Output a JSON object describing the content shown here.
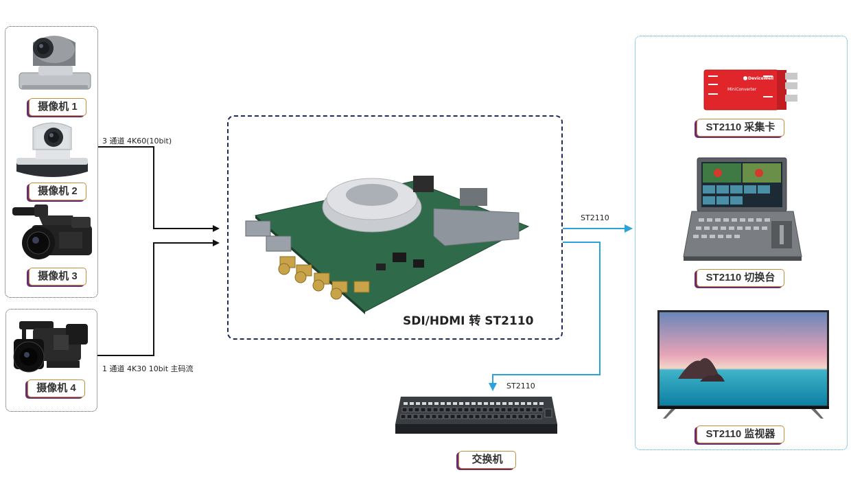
{
  "cameras": {
    "cam1": "摄像机 1",
    "cam2": "摄像机 2",
    "cam3": "摄像机 3",
    "cam4": "摄像机 4"
  },
  "center": {
    "title": "SDI/HDMI 转 ST2110"
  },
  "connections": {
    "input_top": "3 通道 4K60(10bit)",
    "input_bottom": "1 通道 4K30 10bit 主码流",
    "output_right": "ST2110",
    "output_switch": "ST2110"
  },
  "outputs": {
    "capture_card": "ST2110 采集卡",
    "switcher": "ST2110 切换台",
    "monitor": "ST2110 监视器",
    "network_switch": "交换机"
  },
  "device_text": {
    "capture_brand": "DeviceWell",
    "capture_model": "MiniConverter"
  },
  "colors": {
    "arrow_dark": "#111111",
    "arrow_blue": "#29a3dc",
    "label_border": "#c98a3a",
    "label_shadow": "#6a2b6f"
  }
}
